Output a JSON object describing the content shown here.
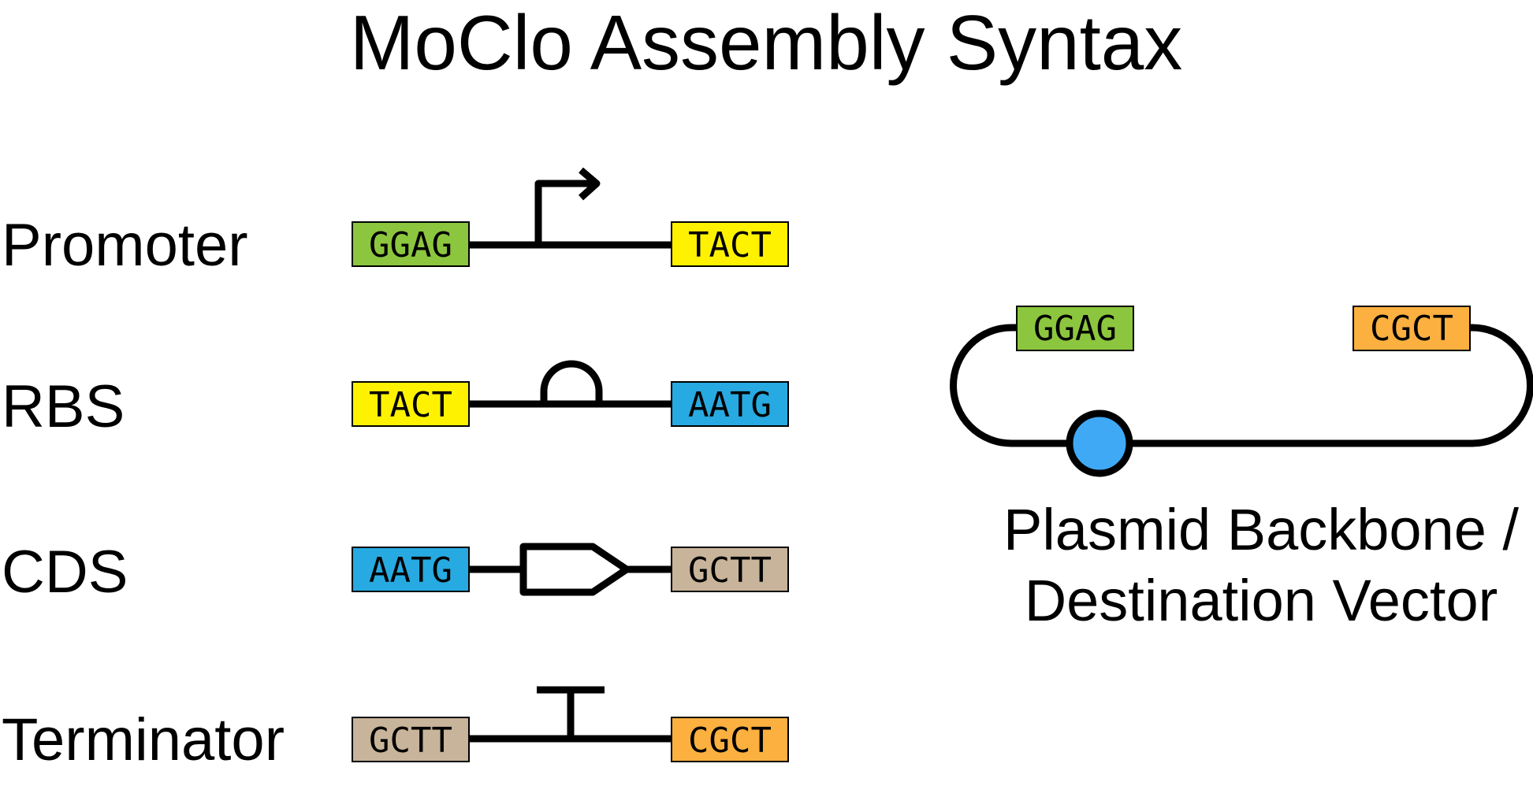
{
  "title": "MoClo Assembly Syntax",
  "colors": {
    "green": "#8cc63e",
    "yellow": "#fff200",
    "blue": "#27aae1",
    "tan": "#c8b49a",
    "orange": "#fbb040",
    "marker_blue": "#3fa9f5",
    "line": "#000000"
  },
  "parts": [
    {
      "label": "Promoter",
      "left_overhang": "GGAG",
      "right_overhang": "TACT",
      "glyph": "promoter-arrow-icon"
    },
    {
      "label": "RBS",
      "left_overhang": "TACT",
      "right_overhang": "AATG",
      "glyph": "rbs-semicircle-icon"
    },
    {
      "label": "CDS",
      "left_overhang": "AATG",
      "right_overhang": "GCTT",
      "glyph": "cds-pentagon-icon"
    },
    {
      "label": "Terminator",
      "left_overhang": "GCTT",
      "right_overhang": "CGCT",
      "glyph": "terminator-t-icon"
    }
  ],
  "backbone": {
    "left_overhang": "GGAG",
    "right_overhang": "CGCT",
    "caption_line1": "Plasmid Backbone /",
    "caption_line2": "Destination Vector",
    "marker": "origin-circle-icon"
  }
}
